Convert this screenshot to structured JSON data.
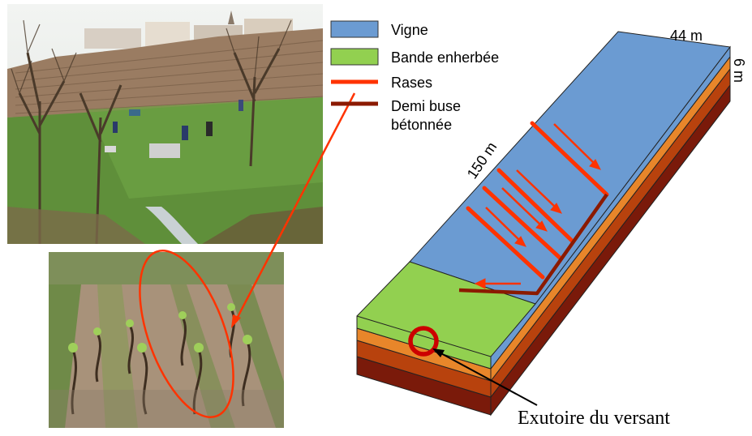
{
  "legend": {
    "items": [
      {
        "label": "Vigne",
        "swatch": "box",
        "color": "#6b9bd2"
      },
      {
        "label": "Bande enherbée",
        "swatch": "box",
        "color": "#92d050"
      },
      {
        "label": "Rases",
        "swatch": "line",
        "color": "#ff3300"
      },
      {
        "label_lines": [
          "Demi buse",
          "bétonnée"
        ],
        "swatch": "line",
        "color": "#8b1a00"
      }
    ]
  },
  "dimensions": {
    "width": "44 m",
    "depth": "6 m",
    "length": "150 m"
  },
  "outlet_label": "Exutoire du versant",
  "colors": {
    "vigne": "#6b9bd2",
    "grass": "#92d050",
    "rases": "#ff3300",
    "buse": "#8b1a00",
    "soil_top": "#e8862a",
    "soil_mid": "#b8420d",
    "soil_bottom": "#7a1a0a",
    "outlet_ring": "#cc0000"
  },
  "photos": [
    {
      "content": "vineyard-hillside-with-field-team-and-stream"
    },
    {
      "content": "vine-rows-with-drainage-furrow"
    }
  ]
}
